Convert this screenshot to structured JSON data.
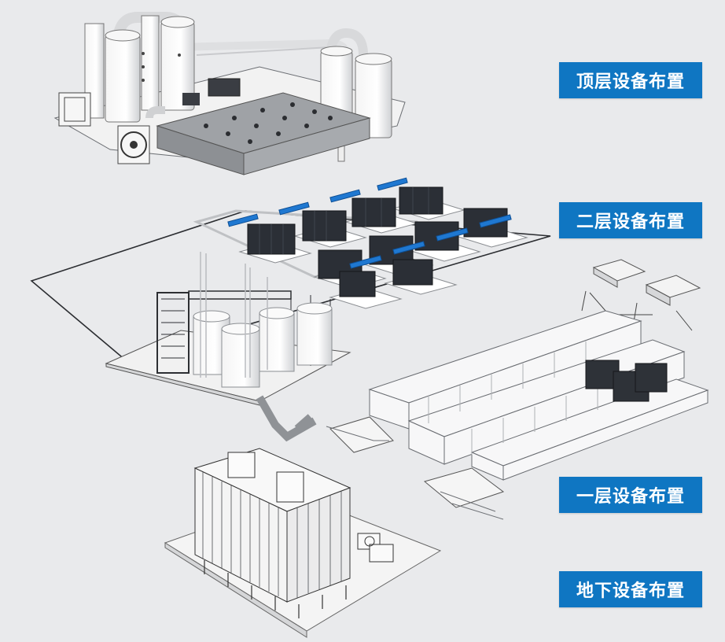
{
  "labels": {
    "top": "顶层设备布置",
    "second": "二层设备布置",
    "first": "一层设备布置",
    "basement": "地下设备布置"
  },
  "colors": {
    "label_bg": "#0f76c2",
    "background": "#e9eaec",
    "machine_dark": "#2b2f36",
    "accent_blue": "#1f78d1"
  }
}
